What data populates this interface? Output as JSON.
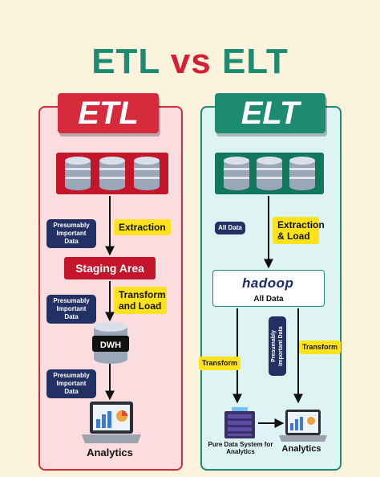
{
  "title": {
    "part1": "ETL",
    "part2": "vs",
    "part3": "ELT"
  },
  "etl": {
    "tab": "ETL",
    "pill_1": "Presumably Important Data",
    "extraction": "Extraction",
    "staging": "Staging Area",
    "pill_2": "Presumably Important Data",
    "transform_load": "Transform and Load",
    "dwh": "DWH",
    "pill_3": "Presumably Important Data",
    "analytics": "Analytics"
  },
  "elt": {
    "tab": "ELT",
    "all_data_pill": "All Data",
    "extraction_load": "Extraction & Load",
    "hadoop_logo": "hadoop",
    "all_data_label": "All Data",
    "transform_left": "Transform",
    "presumably_vertical": "Presumably Important Data",
    "transform_right": "Transform",
    "pure_data": "Pure Data System for Analytics",
    "analytics": "Analytics"
  },
  "colors": {
    "background": "#fbf3dc",
    "etl_red": "#d72a3c",
    "elt_green": "#1d8a72",
    "label_navy": "#233063",
    "highlight_yellow": "#ffe31a"
  }
}
